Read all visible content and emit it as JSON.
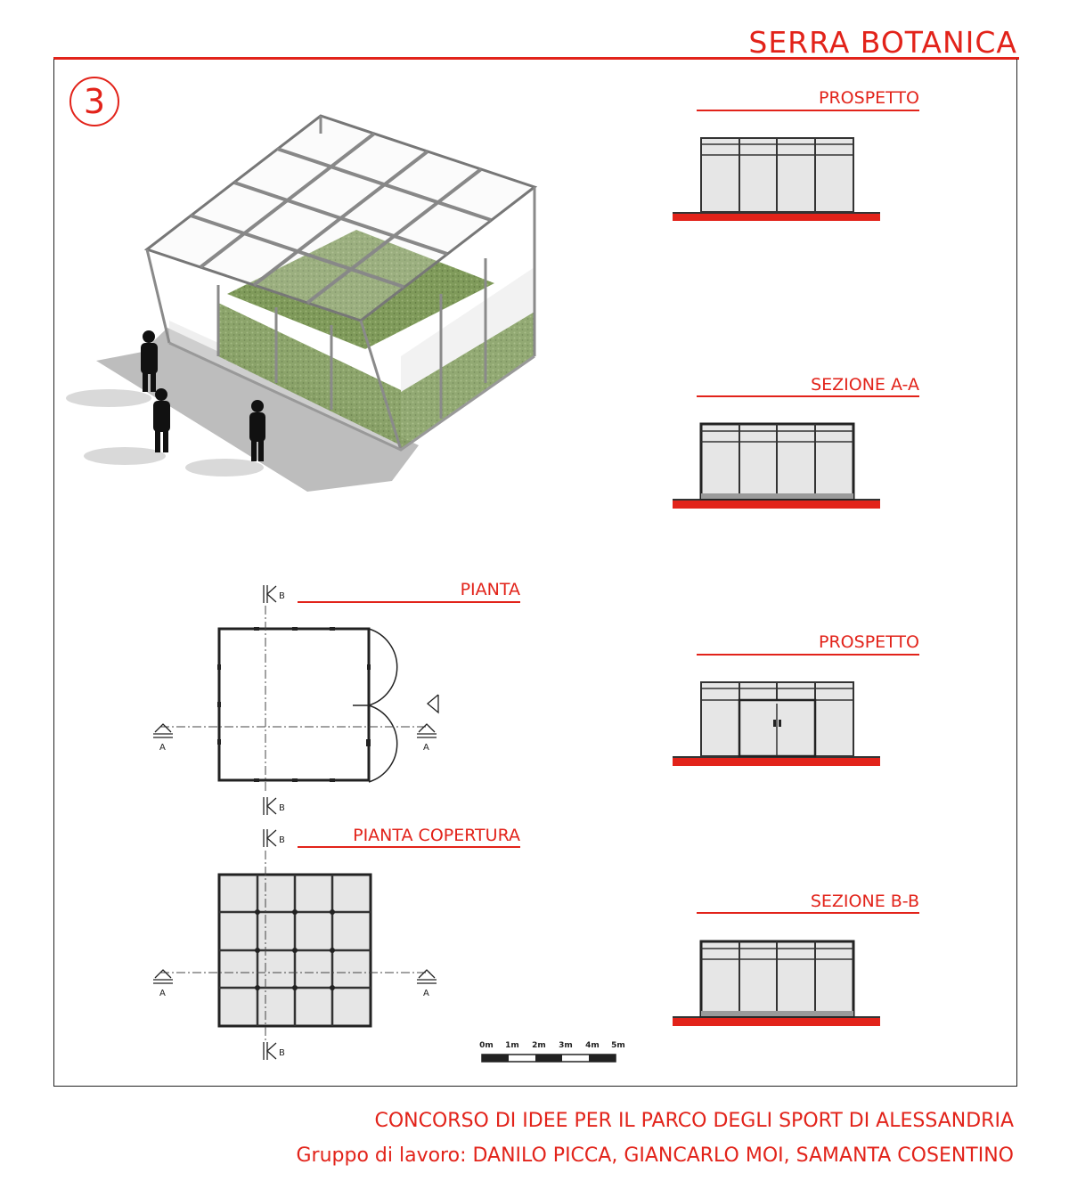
{
  "header": {
    "title": "SERRA BOTANICA"
  },
  "sheet": {
    "number": "3"
  },
  "views": {
    "elevation_1": "PROSPETTO",
    "section_aa": "SEZIONE A-A",
    "elevation_2": "PROSPETTO",
    "section_bb": "SEZIONE B-B",
    "plan": "PIANTA",
    "roof_plan": "PIANTA COPERTURA"
  },
  "section_marks": {
    "a": "A",
    "b": "B"
  },
  "scale_bar": {
    "ticks": [
      "0m",
      "1m",
      "2m",
      "3m",
      "4m",
      "5m"
    ]
  },
  "footer": {
    "line1": "CONCORSO DI IDEE PER IL PARCO DEGLI SPORT DI ALESSANDRIA",
    "line2": "Gruppo di lavoro: DANILO PICCA, GIANCARLO MOI, SAMANTA COSENTINO"
  },
  "colors": {
    "accent": "#e2231a",
    "glass": "#e8e8e8",
    "frame": "#3a3a3a",
    "grass": "#7f9a5a",
    "shadow": "#bdbdbd"
  }
}
